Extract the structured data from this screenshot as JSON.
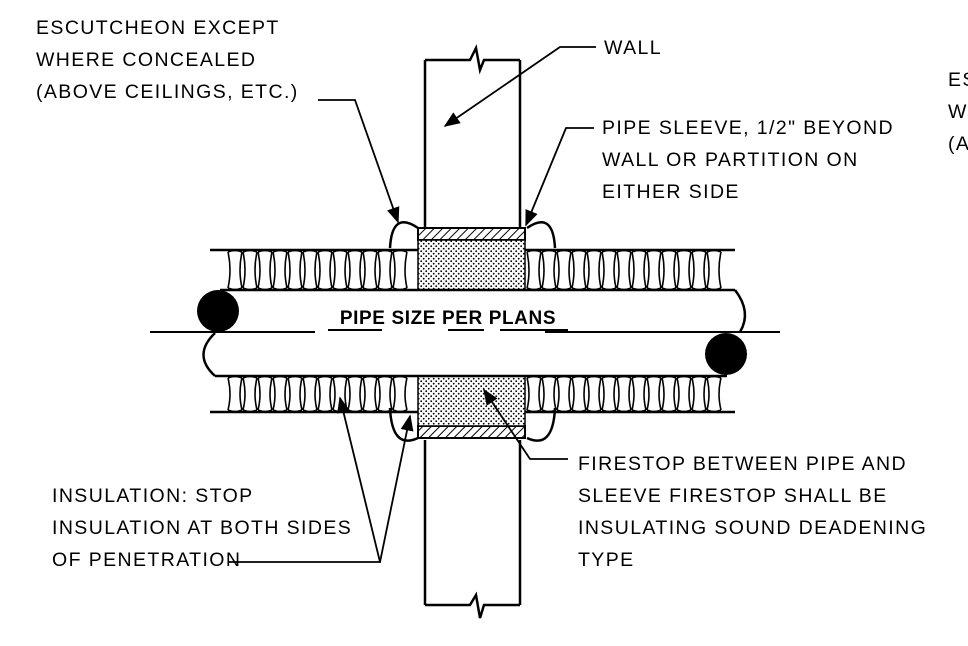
{
  "labels": {
    "escutcheon": [
      "ESCUTCHEON EXCEPT",
      "WHERE CONCEALED",
      "(ABOVE CEILINGS, ETC.)"
    ],
    "escutcheon_cut": [
      "ES",
      "W",
      "(A"
    ],
    "wall": "WALL",
    "sleeve": [
      "PIPE SLEEVE, 1/2\" BEYOND",
      "WALL OR PARTITION ON",
      "EITHER SIDE"
    ],
    "pipe": "PIPE SIZE PER PLANS",
    "insulation": [
      "INSULATION: STOP",
      "INSULATION AT BOTH SIDES",
      "OF PENETRATION"
    ],
    "firestop": [
      "FIRESTOP BETWEEN PIPE AND",
      "SLEEVE FIRESTOP SHALL BE",
      "INSULATING SOUND DEADENING",
      "TYPE"
    ]
  }
}
